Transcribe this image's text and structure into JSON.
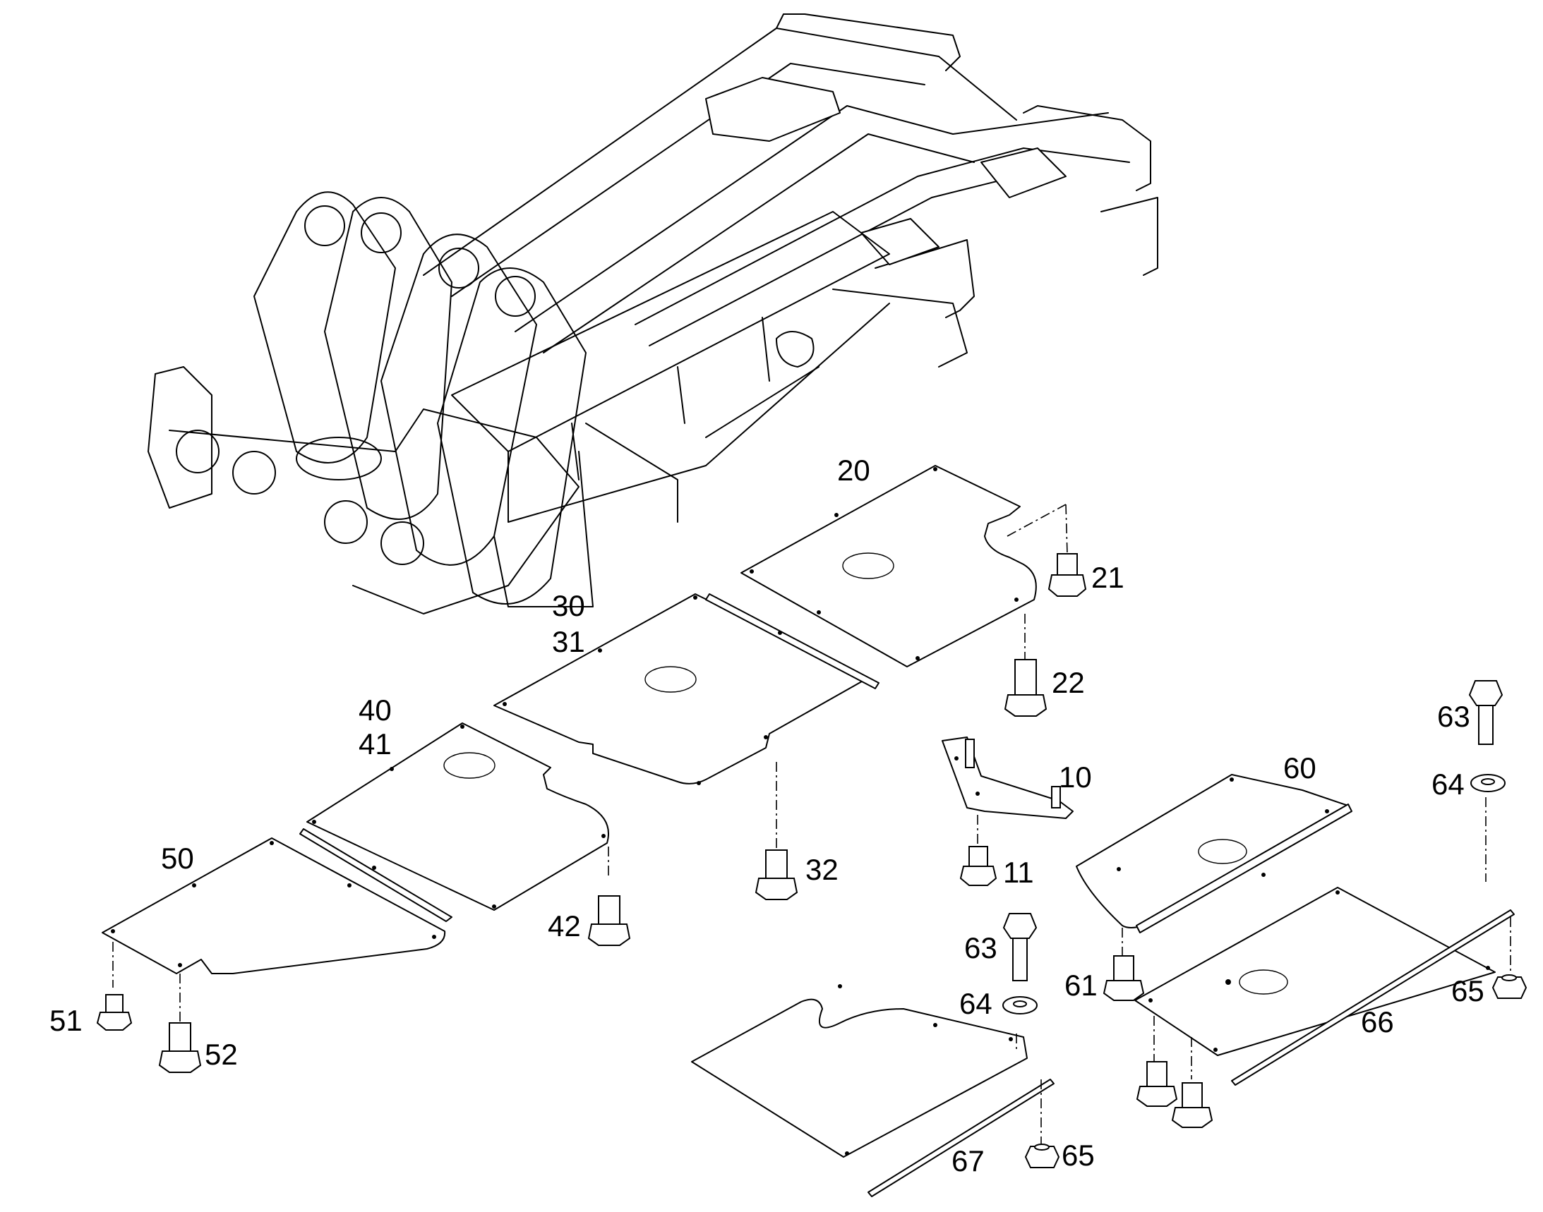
{
  "callouts": [
    {
      "id": "c20",
      "text": "20"
    },
    {
      "id": "c21",
      "text": "21"
    },
    {
      "id": "c22",
      "text": "22"
    },
    {
      "id": "c30",
      "text": "30"
    },
    {
      "id": "c31",
      "text": "31"
    },
    {
      "id": "c40",
      "text": "40"
    },
    {
      "id": "c41",
      "text": "41"
    },
    {
      "id": "c10",
      "text": "10"
    },
    {
      "id": "c11",
      "text": "11"
    },
    {
      "id": "c32",
      "text": "32"
    },
    {
      "id": "c42",
      "text": "42"
    },
    {
      "id": "c50",
      "text": "50"
    },
    {
      "id": "c51",
      "text": "51"
    },
    {
      "id": "c52",
      "text": "52"
    },
    {
      "id": "c60",
      "text": "60"
    },
    {
      "id": "c61",
      "text": "61"
    },
    {
      "id": "c63a",
      "text": "63"
    },
    {
      "id": "c64a",
      "text": "64"
    },
    {
      "id": "c65a",
      "text": "65"
    },
    {
      "id": "c66",
      "text": "66"
    },
    {
      "id": "c63b",
      "text": "63"
    },
    {
      "id": "c64b",
      "text": "64"
    },
    {
      "id": "c65b",
      "text": "65"
    },
    {
      "id": "c67",
      "text": "67"
    }
  ]
}
